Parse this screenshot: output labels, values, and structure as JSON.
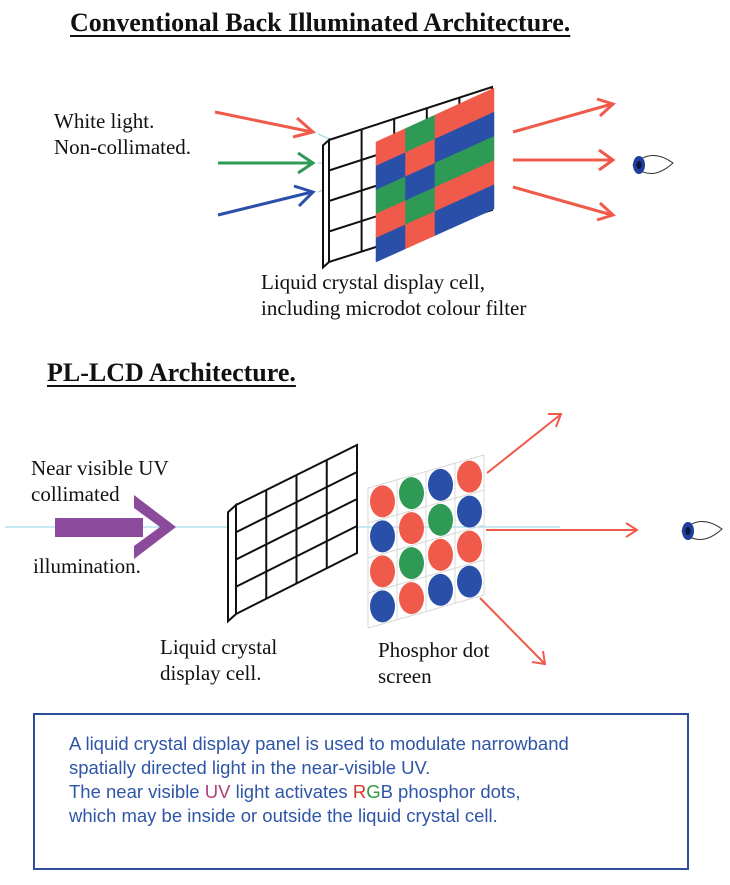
{
  "top": {
    "title": "Conventional Back Illuminated Architecture.",
    "light_label": [
      "White light.",
      "Non-collimated."
    ],
    "cell_label": [
      "Liquid crystal display cell,",
      "including microdot colour filter"
    ]
  },
  "bottom": {
    "title": "PL-LCD Architecture.",
    "uv_label": [
      "Near visible UV",
      "collimated"
    ],
    "uv_label_2": "illumination.",
    "cell_label": [
      "Liquid crystal",
      "display cell."
    ],
    "phosphor_label": [
      "Phosphor dot",
      "screen"
    ]
  },
  "info": {
    "line1": "A liquid crystal display panel is used to modulate narrowband",
    "line2": "spatially directed light in the near-visible UV.",
    "line3_pre": "The near visible ",
    "line3_uv": "UV",
    "line3_mid": " light activates ",
    "line3_r": "R",
    "line3_g": "G",
    "line3_b": "B",
    "line3_post": " phosphor dots,",
    "line4": "which may be inside or outside the liquid crystal cell."
  },
  "colors": {
    "red": "#f05a4a",
    "green": "#2f9a55",
    "blue": "#2a4fa8",
    "uv_arrow": "#8b4a9c",
    "box_border": "#2e4f98",
    "ray": "#8fd3e6"
  },
  "icons": [
    "eye-icon",
    "eye-icon"
  ],
  "filter_pattern": [
    [
      "red",
      "green",
      "red",
      "red"
    ],
    [
      "blue",
      "red",
      "blue",
      "blue"
    ],
    [
      "green",
      "blue",
      "green",
      "green"
    ],
    [
      "red",
      "green",
      "red",
      "red"
    ],
    [
      "blue",
      "red",
      "blue",
      "blue"
    ]
  ],
  "phosphor_pattern": [
    [
      "red",
      "green",
      "blue",
      "red"
    ],
    [
      "blue",
      "red",
      "green",
      "blue"
    ],
    [
      "red",
      "green",
      "red",
      "red"
    ],
    [
      "blue",
      "red",
      "blue",
      "blue"
    ]
  ]
}
